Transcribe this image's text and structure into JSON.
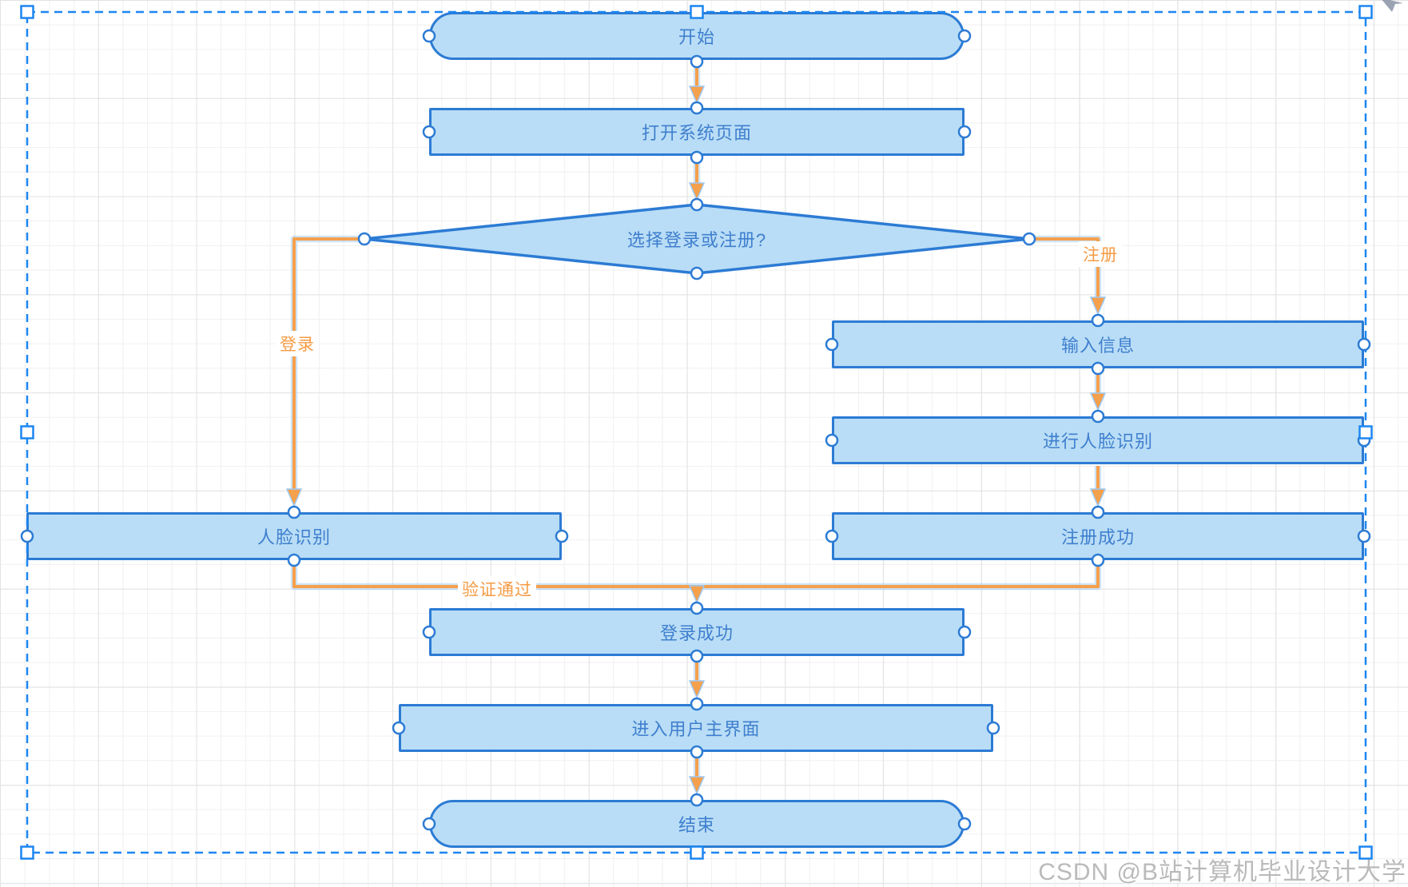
{
  "nodes": [
    {
      "id": "start",
      "label": "开始"
    },
    {
      "id": "open-system-page",
      "label": "打开系统页面"
    },
    {
      "id": "choose-login-or-register",
      "label": "选择登录或注册?"
    },
    {
      "id": "input-info",
      "label": "输入信息"
    },
    {
      "id": "perform-face-recognition",
      "label": "进行人脸识别"
    },
    {
      "id": "face-recognition",
      "label": "人脸识别"
    },
    {
      "id": "register-success",
      "label": "注册成功"
    },
    {
      "id": "login-success",
      "label": "登录成功"
    },
    {
      "id": "enter-user-main-ui",
      "label": "进入用户主界面"
    },
    {
      "id": "end",
      "label": "结束"
    }
  ],
  "edge_labels": {
    "login": "登录",
    "register": "注册",
    "verified": "验证通过"
  },
  "watermark": "CSDN @B站计算机毕业设计大学",
  "colors": {
    "node_fill": "#b9ddf6",
    "node_border": "#2c7bd4",
    "node_text": "#3f7fce",
    "edge": "#f5a04c",
    "edge_halo": "#9ec9f5",
    "edge_label": "#f59b45",
    "selection": "#1c86f2",
    "grid_minor": "#f0f0f0",
    "grid_major": "#e3e3e3",
    "watermark": "#a9a9a9"
  }
}
